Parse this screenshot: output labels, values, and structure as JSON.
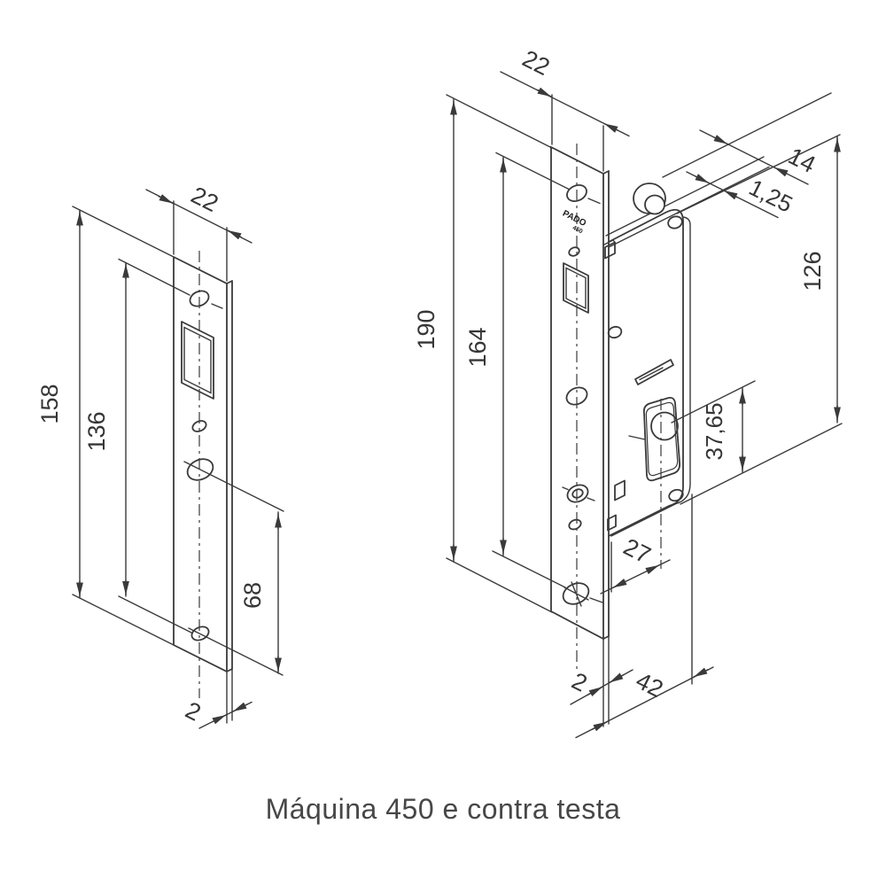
{
  "title": {
    "caption": "Máquina 450 e contra testa"
  },
  "brand": {
    "line1": "PADO",
    "line2": "450"
  },
  "strike_plate": {
    "label": "contra testa",
    "dims": {
      "total_height": "158",
      "hole_spacing": "136",
      "lower_span": "68",
      "width": "22",
      "thickness": "2"
    }
  },
  "lock": {
    "label": "máquina 450",
    "dims": {
      "faceplate_height": "190",
      "hole_spacing": "164",
      "faceplate_width": "22",
      "bolt_width": "14",
      "bolt_plate_thickness": "1,25",
      "case_height": "126",
      "cylinder_center": "37,65",
      "case_setback": "27",
      "case_depth": "42",
      "faceplate_thickness": "2"
    }
  }
}
